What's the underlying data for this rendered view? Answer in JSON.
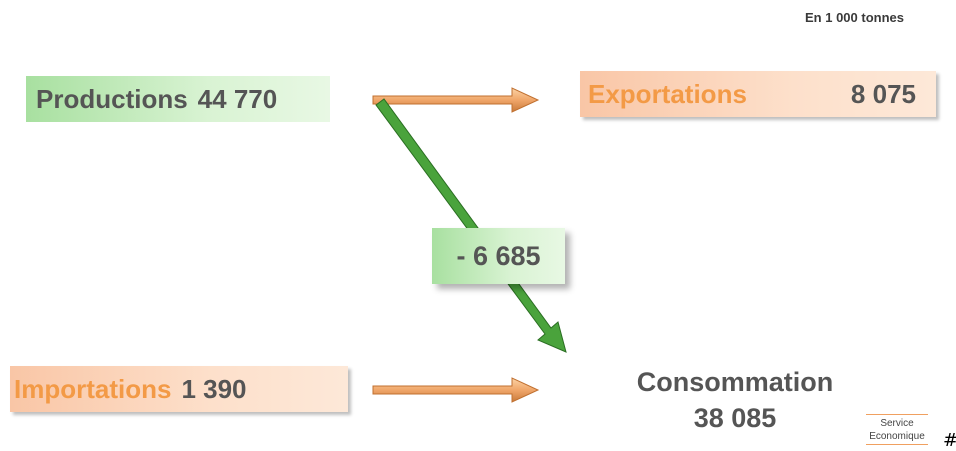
{
  "unit_label": "En 1 000 tonnes",
  "production": {
    "label": "Productions",
    "value": "44 770"
  },
  "exportations": {
    "label": "Exportations",
    "value": "8 075"
  },
  "importations": {
    "label": "Importations",
    "value": "1 390"
  },
  "difference": {
    "value": "- 6 685"
  },
  "consommation": {
    "label": "Consommation",
    "value": "38 085"
  },
  "footer": {
    "service_line1": "Service",
    "service_line2": "Economique",
    "hash": "#"
  },
  "colors": {
    "green_accent": "#2e8b2e",
    "orange_accent": "#f39a46",
    "text_gray": "#555555"
  }
}
